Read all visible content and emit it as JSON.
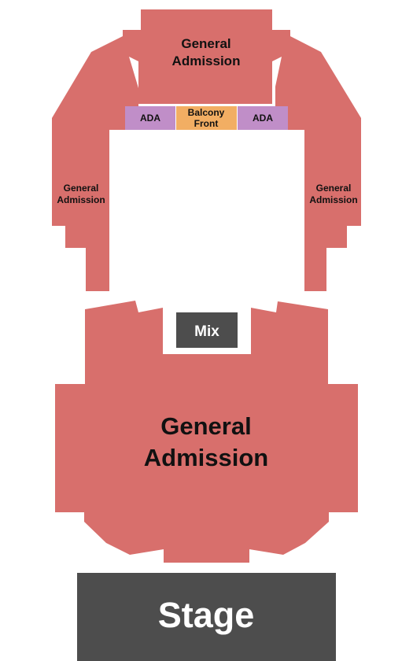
{
  "colors": {
    "general_admission": "#d86f6c",
    "ada": "#c08ec8",
    "balcony_front": "#f2ae63",
    "mix": "#4d4d4d",
    "stage": "#4d4d4d"
  },
  "sections": {
    "balcony_center": {
      "line1": "General",
      "line2": "Admission"
    },
    "balcony_left": {
      "line1": "General",
      "line2": "Admission"
    },
    "balcony_right": {
      "line1": "General",
      "line2": "Admission"
    },
    "ada_left": {
      "label": "ADA"
    },
    "balcony_front": {
      "line1": "Balcony",
      "line2": "Front"
    },
    "ada_right": {
      "label": "ADA"
    },
    "floor": {
      "line1": "General",
      "line2": "Admission"
    },
    "mix": {
      "label": "Mix"
    },
    "stage": {
      "label": "Stage"
    }
  }
}
